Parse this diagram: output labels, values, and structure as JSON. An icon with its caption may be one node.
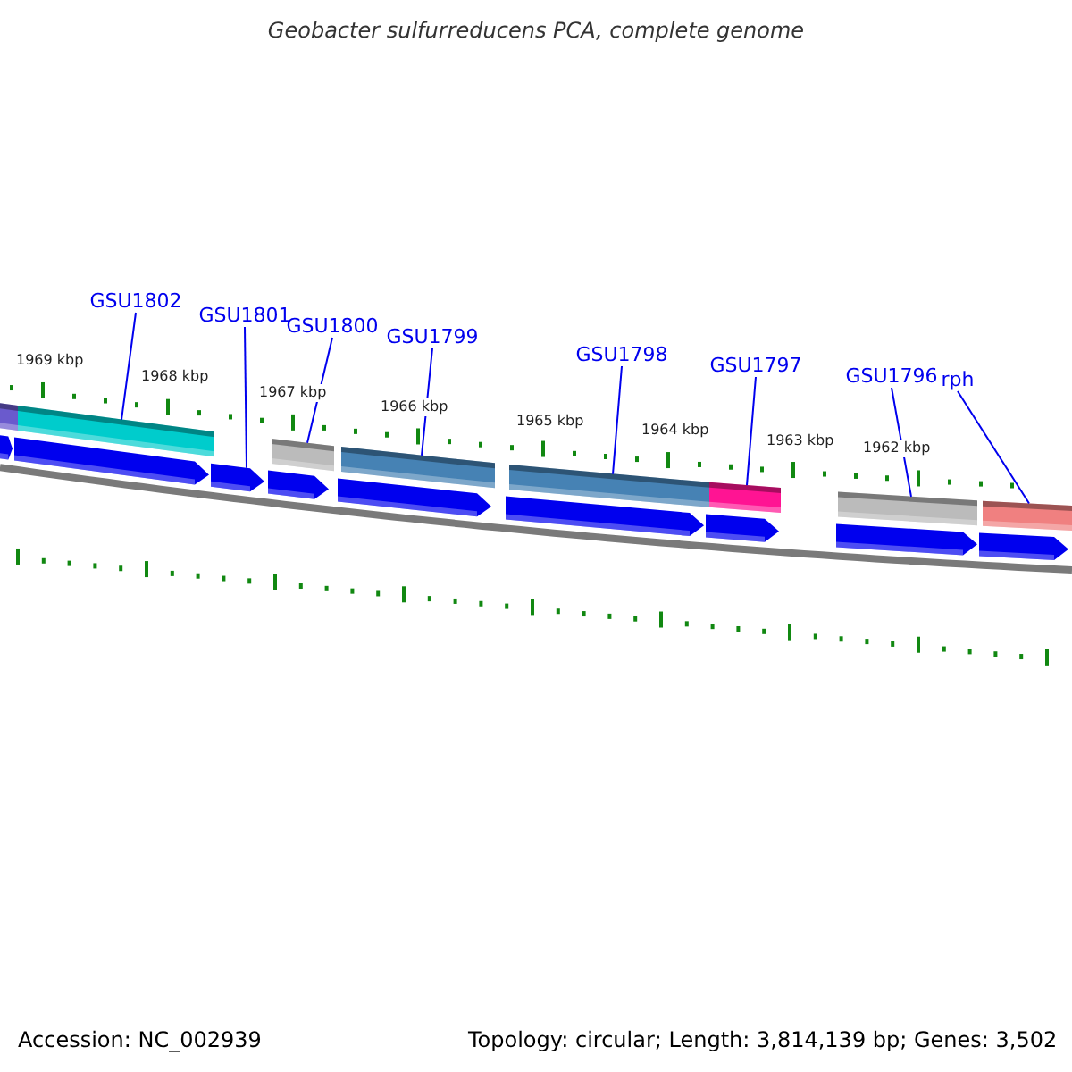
{
  "diagram": {
    "title": "Geobacter sulfurreducens PCA, complete genome",
    "nodes": [
      {
        "text": [
          "GSU1802"
        ]
      },
      {
        "text": [
          "GSU1801"
        ]
      },
      {
        "text": [
          "GSU1800"
        ]
      },
      {
        "text": [
          "GSU1799"
        ]
      },
      {
        "text": [
          "GSU1798"
        ]
      },
      {
        "text": [
          "GSU1797"
        ]
      },
      {
        "text": [
          "GSU1796"
        ]
      },
      {
        "text": [
          "rph"
        ]
      },
      {
        "text": [],
        "shape": "bar"
      },
      {
        "text": [],
        "shape": "arrow"
      },
      {
        "text": [],
        "shape": "bar"
      },
      {
        "text": [],
        "shape": "bar"
      },
      {
        "text": [],
        "shape": "bar"
      },
      {
        "text": [],
        "shape": "bar"
      },
      {
        "text": [],
        "shape": "bar"
      },
      {
        "text": [],
        "shape": "bar"
      },
      {
        "text": [],
        "shape": "bar"
      },
      {
        "text": [],
        "shape": "arrow"
      },
      {
        "text": [],
        "shape": "arrow"
      },
      {
        "text": [],
        "shape": "arrow"
      },
      {
        "text": [],
        "shape": "arrow"
      },
      {
        "text": [],
        "shape": "arrow"
      },
      {
        "text": [],
        "shape": "arrow"
      },
      {
        "text": [],
        "shape": "arrow"
      },
      {
        "text": [],
        "shape": "arrow"
      }
    ],
    "edges": [
      {
        "from": 0,
        "to": 8,
        "arrow": "none"
      },
      {
        "from": 1,
        "to": 9,
        "arrow": "none"
      },
      {
        "from": 2,
        "to": 10,
        "arrow": "none"
      },
      {
        "from": 3,
        "to": 11,
        "arrow": "none"
      },
      {
        "from": 4,
        "to": 12,
        "arrow": "none"
      },
      {
        "from": 5,
        "to": 13,
        "arrow": "none"
      },
      {
        "from": 6,
        "to": 14,
        "arrow": "none"
      },
      {
        "from": 7,
        "to": 15,
        "arrow": "none"
      }
    ],
    "labels": [
      "1969 kbp",
      "1968 kbp",
      "1967 kbp",
      "1966 kbp",
      "1965 kbp",
      "1964 kbp",
      "1963 kbp",
      "1962 kbp",
      "Accession: NC_002939",
      "Topology: circular; Length: 3,814,139 bp; Genes: 3,502"
    ]
  }
}
